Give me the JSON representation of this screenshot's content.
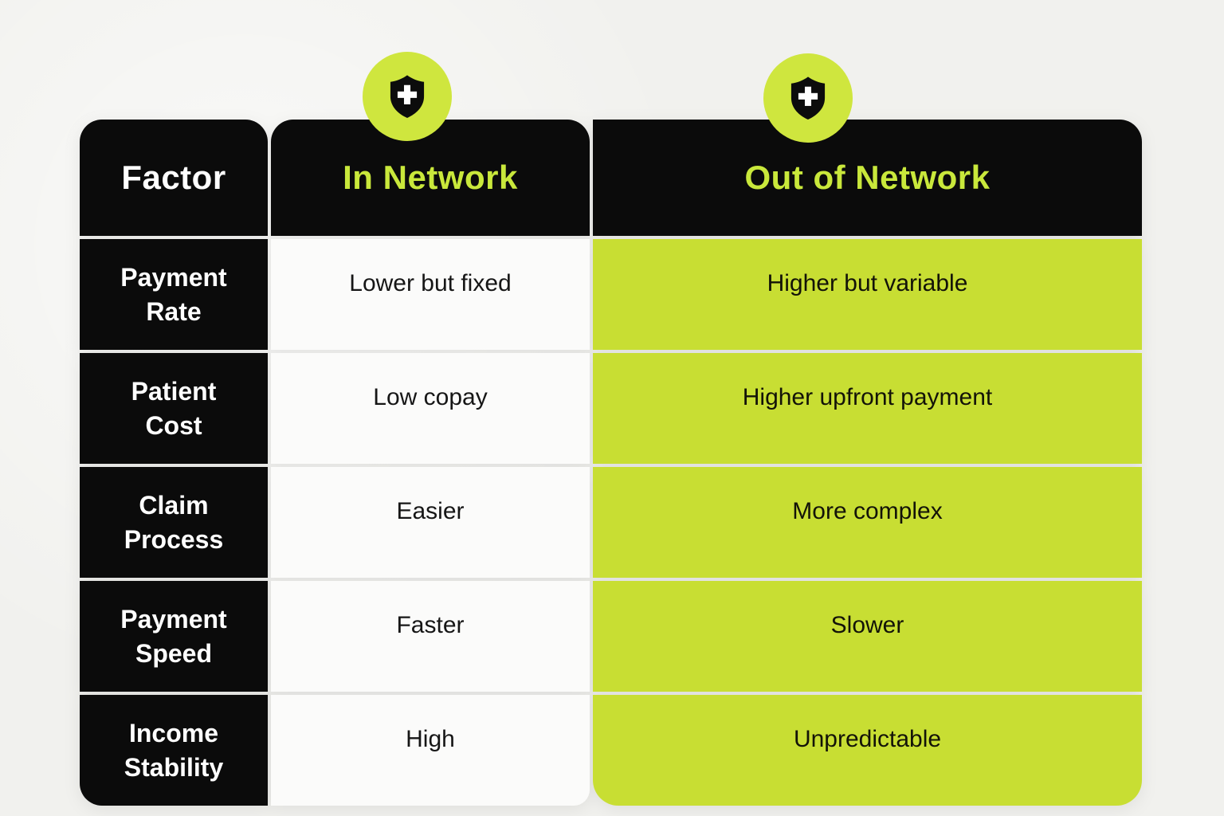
{
  "table": {
    "header": {
      "factor": "Factor",
      "in_network": "In Network",
      "out_of_network": "Out of Network"
    },
    "rows": [
      {
        "factor": "Payment Rate",
        "in_network": "Lower but fixed",
        "out_of_network": "Higher but variable"
      },
      {
        "factor": "Patient Cost",
        "in_network": "Low copay",
        "out_of_network": "Higher upfront payment"
      },
      {
        "factor": "Claim Process",
        "in_network": "Easier",
        "out_of_network": "More complex"
      },
      {
        "factor": "Payment Speed",
        "in_network": "Faster",
        "out_of_network": "Slower"
      },
      {
        "factor": "Income Stability",
        "in_network": "High",
        "out_of_network": "Unpredictable"
      }
    ]
  },
  "icons": {
    "in_network_badge": "shield-plus-icon",
    "out_of_network_badge": "shield-plus-icon"
  },
  "colors": {
    "cell_lime": "#c8de33",
    "badge_lime": "#cfe63e",
    "header_text_lime": "#c9e83b",
    "header_black": "#0b0b0b",
    "white_cell": "#fbfbfa",
    "page_background": "#f1f1ee"
  }
}
